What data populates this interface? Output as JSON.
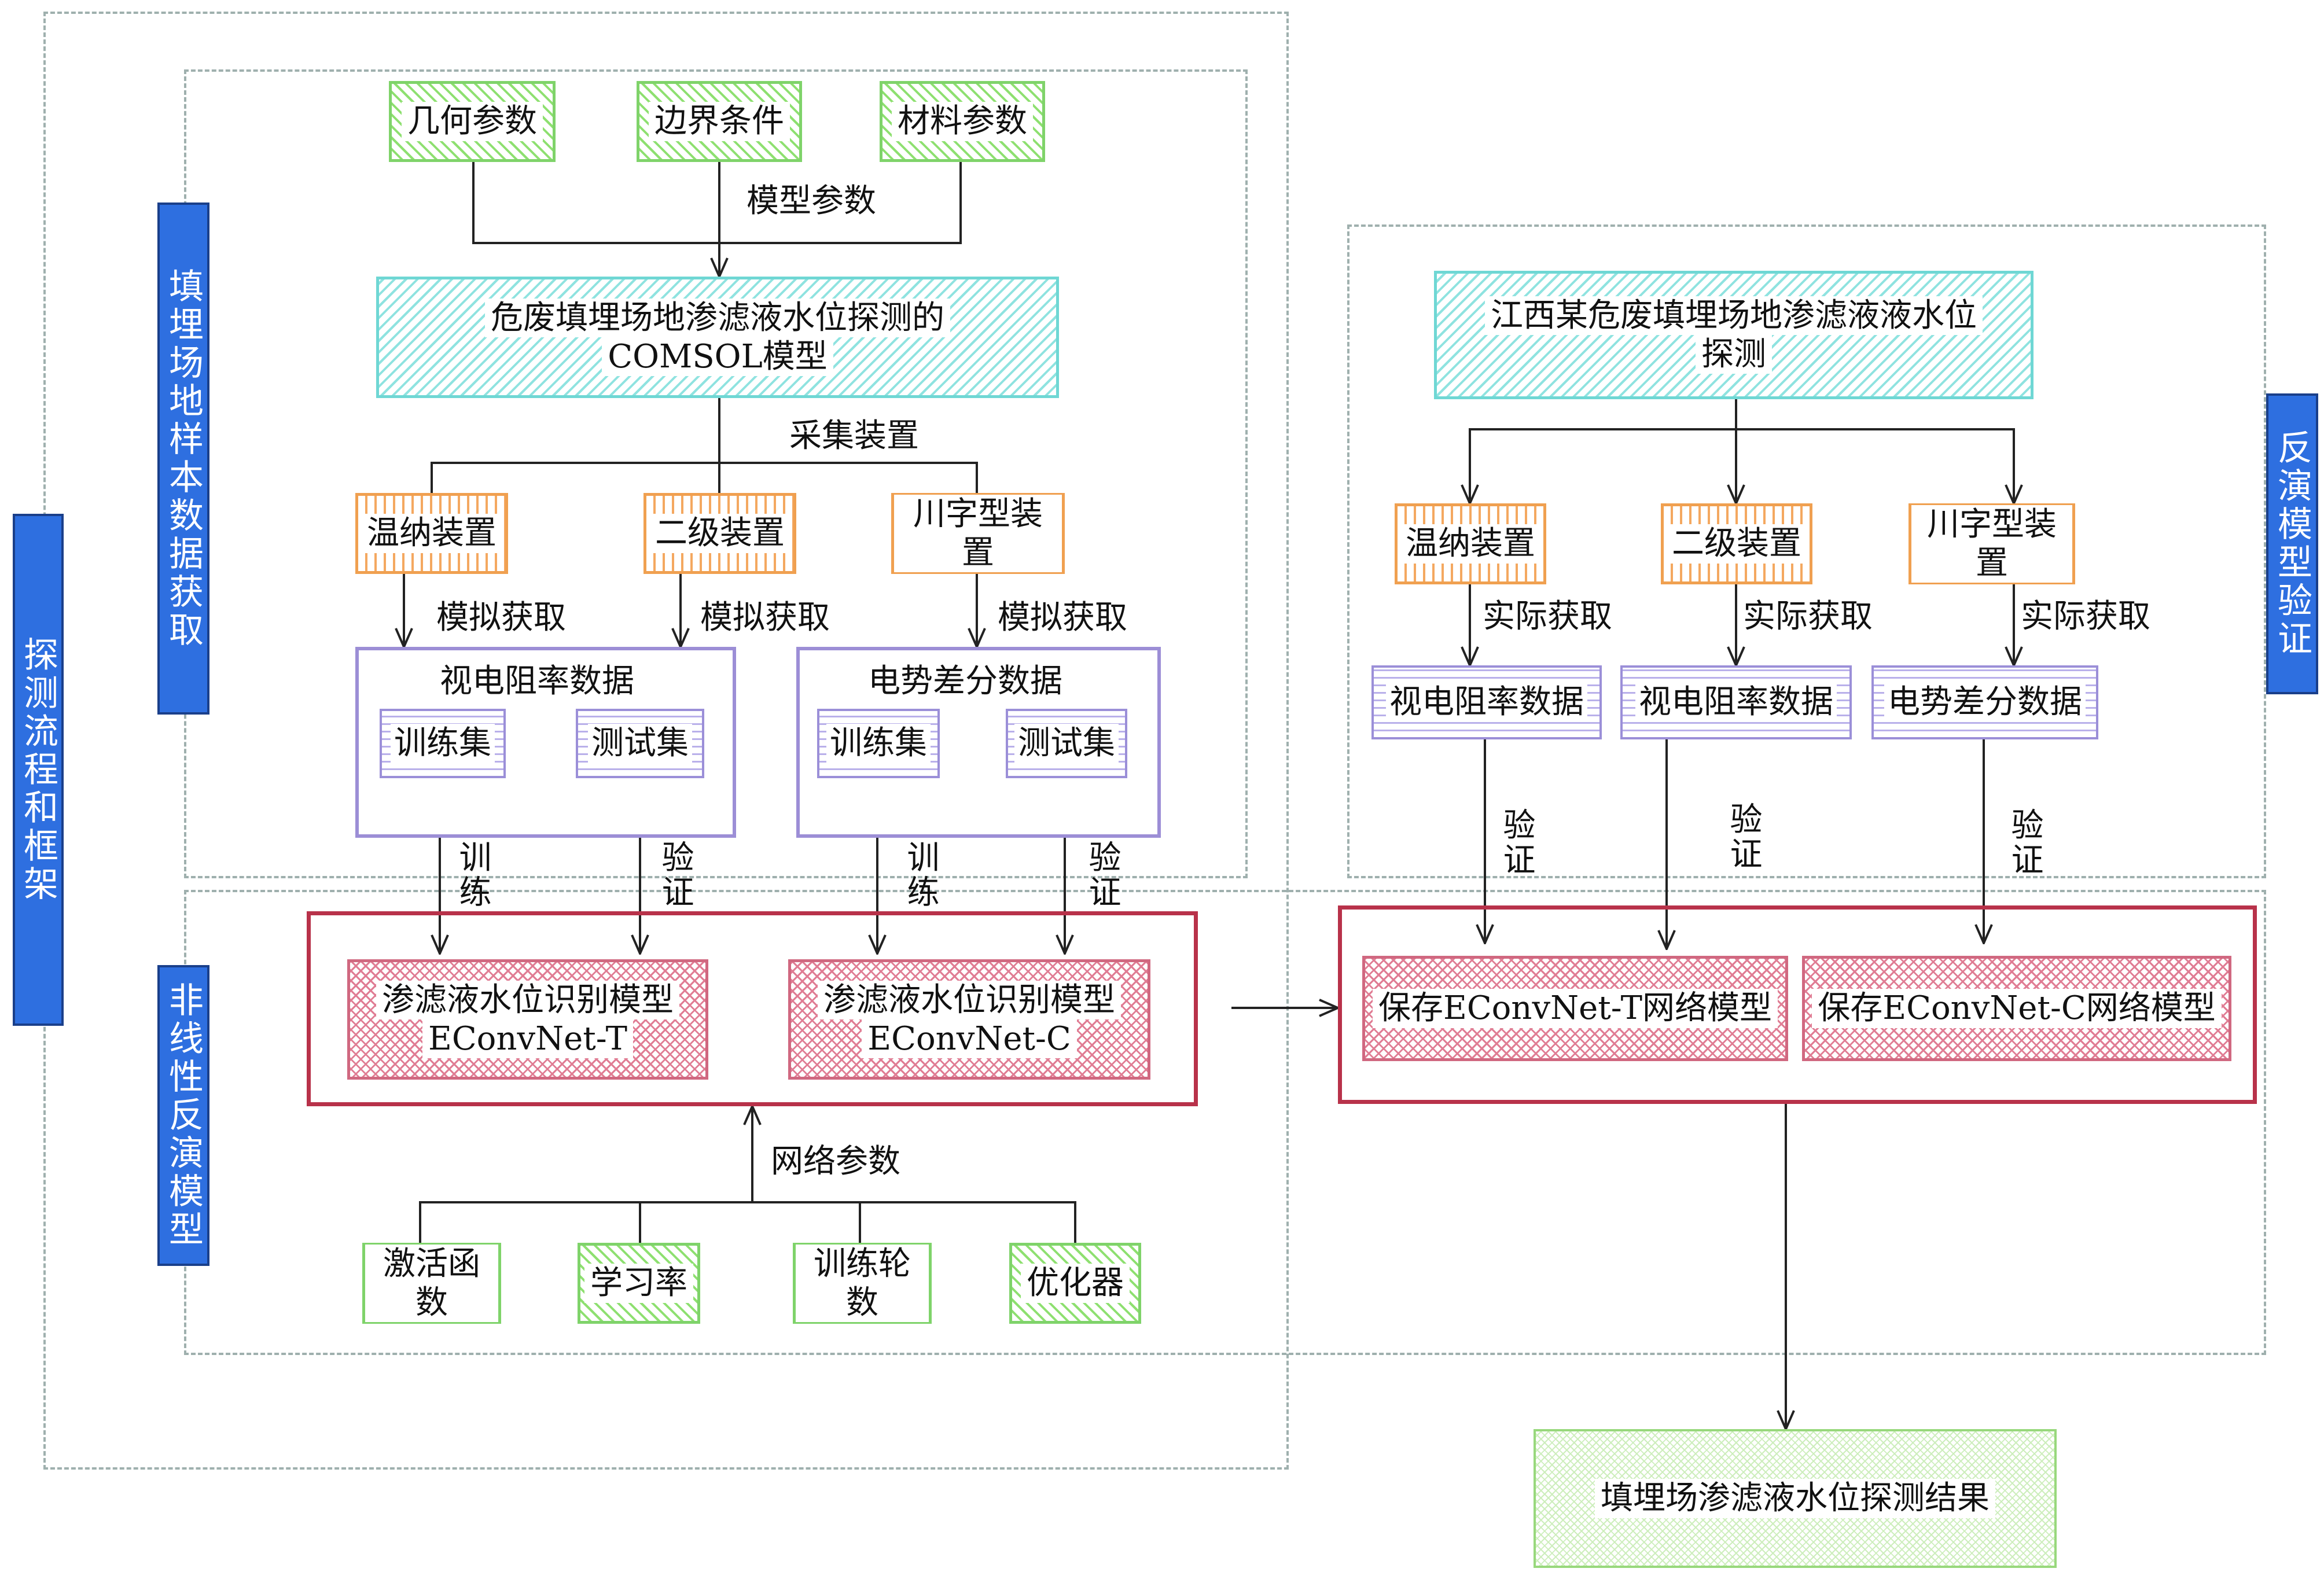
{
  "side_bars": {
    "outer": "探测流程和框架",
    "sample": "填埋场地样本数据获取",
    "inverse": "非线性反演模型",
    "validate": "反演模型验证"
  },
  "model_params": {
    "geometry": "几何参数",
    "boundary": "边界条件",
    "material": "材料参数",
    "label": "模型参数"
  },
  "comsol": {
    "line1": "危废填埋场地渗滤液水位探测的",
    "line2": "COMSOL模型"
  },
  "acquisition_label": "采集装置",
  "devices": {
    "wenner": "温纳装置",
    "dipole": "二级装置",
    "chuan": "川字型装置"
  },
  "sim_label": "模拟获取",
  "datasets": {
    "resistivity": "视电阻率数据",
    "potential": "电势差分数据",
    "train": "训练集",
    "test": "测试集"
  },
  "flow_labels": {
    "train": "训练",
    "verify": "验证"
  },
  "models": {
    "t_line1": "渗滤液水位识别模型",
    "t_line2": "EConvNet-T",
    "c_line1": "渗滤液水位识别模型",
    "c_line2": "EConvNet-C"
  },
  "net_params": {
    "label": "网络参数",
    "activation": "激活函数",
    "lr": "学习率",
    "epochs": "训练轮数",
    "optimizer": "优化器"
  },
  "field": {
    "title_line1": "江西某危废填埋场地渗滤液液水位",
    "title_line2": "探测",
    "actual_label": "实际获取",
    "data1": "视电阻率数据",
    "data2": "视电阻率数据",
    "data3": "电势差分数据",
    "verify": "验证"
  },
  "saved": {
    "t": "保存EConvNet-T网络模型",
    "c": "保存EConvNet-C网络模型"
  },
  "result": "填埋场渗滤液水位探测结果"
}
